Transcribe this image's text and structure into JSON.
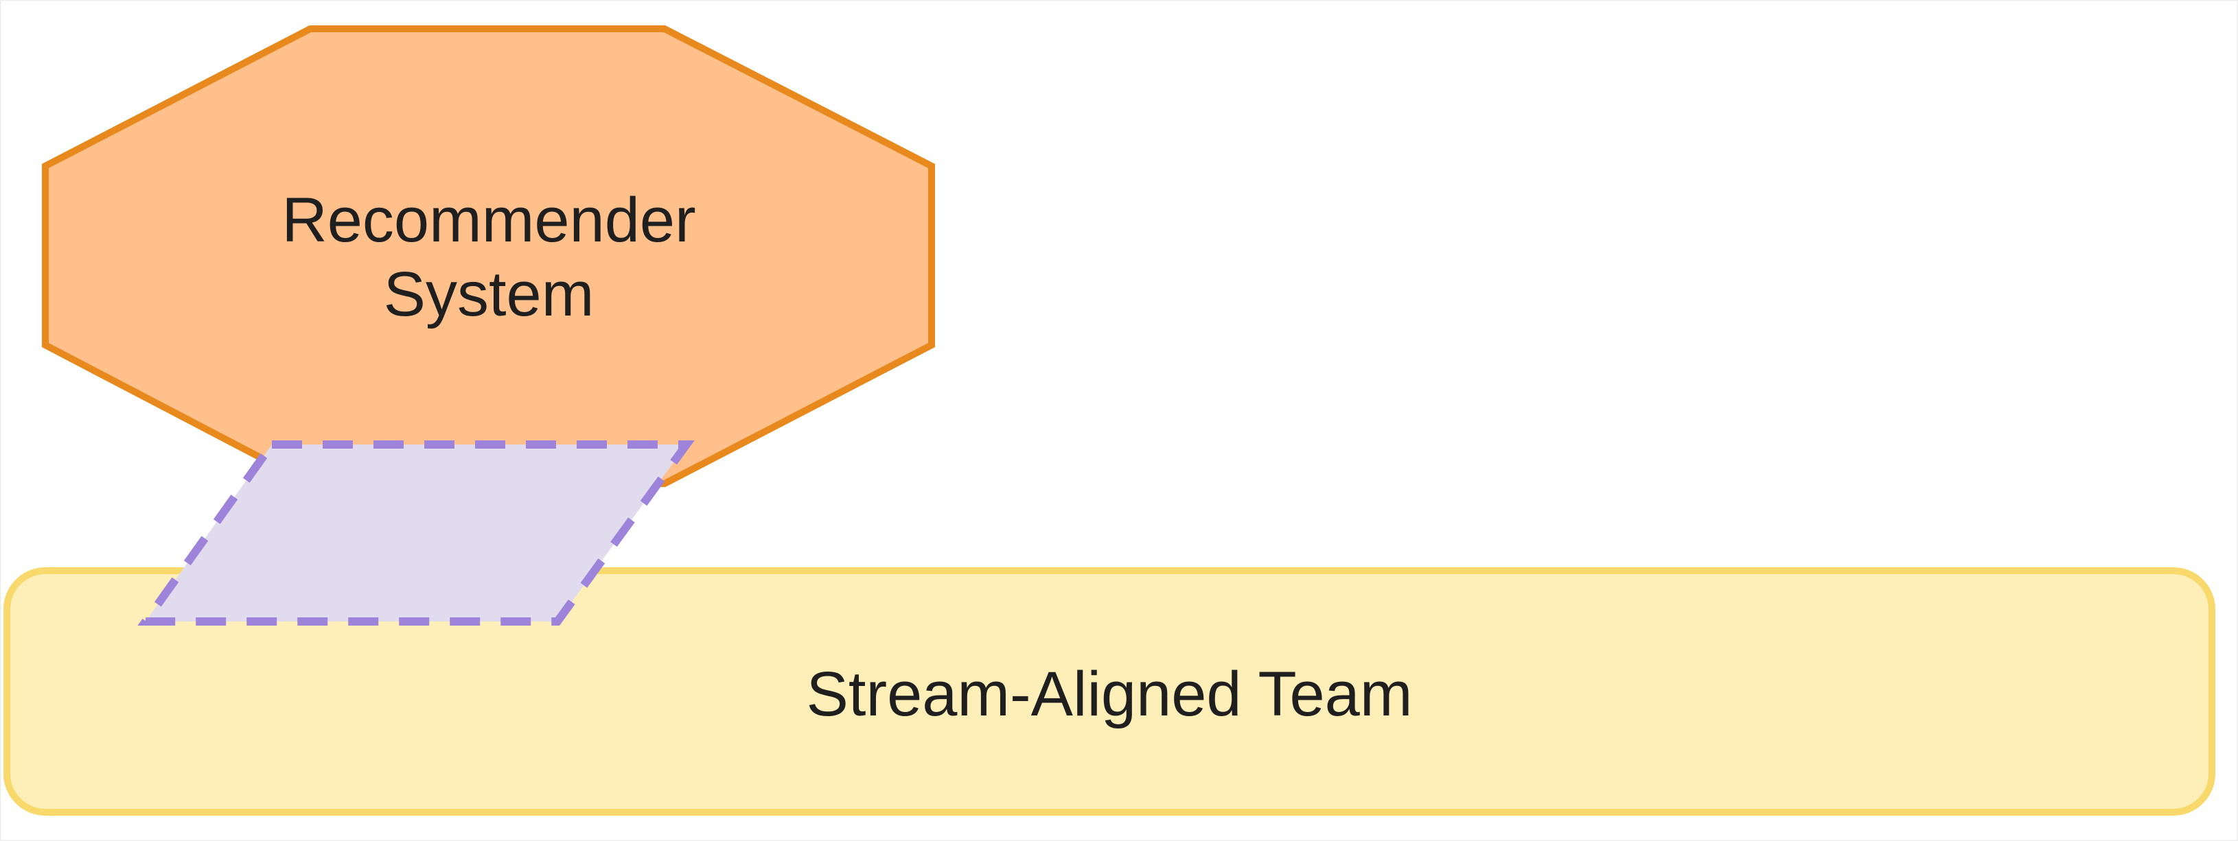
{
  "diagram": {
    "nodes": [
      {
        "id": "recommender-system",
        "shape": "octagon",
        "label_lines": [
          "Recommender",
          "System"
        ],
        "fill": "#FFC08B",
        "stroke": "#E8891D"
      },
      {
        "id": "stream-aligned-team",
        "shape": "rounded-rectangle",
        "label_lines": [
          "Stream-Aligned Team"
        ],
        "fill": "#FEEEB8",
        "stroke": "#F9D96B"
      },
      {
        "id": "interaction-zone",
        "shape": "parallelogram",
        "label_lines": [],
        "fill": "#E1DBEE",
        "stroke": "#9E83DB",
        "stroke_style": "dashed"
      }
    ]
  }
}
